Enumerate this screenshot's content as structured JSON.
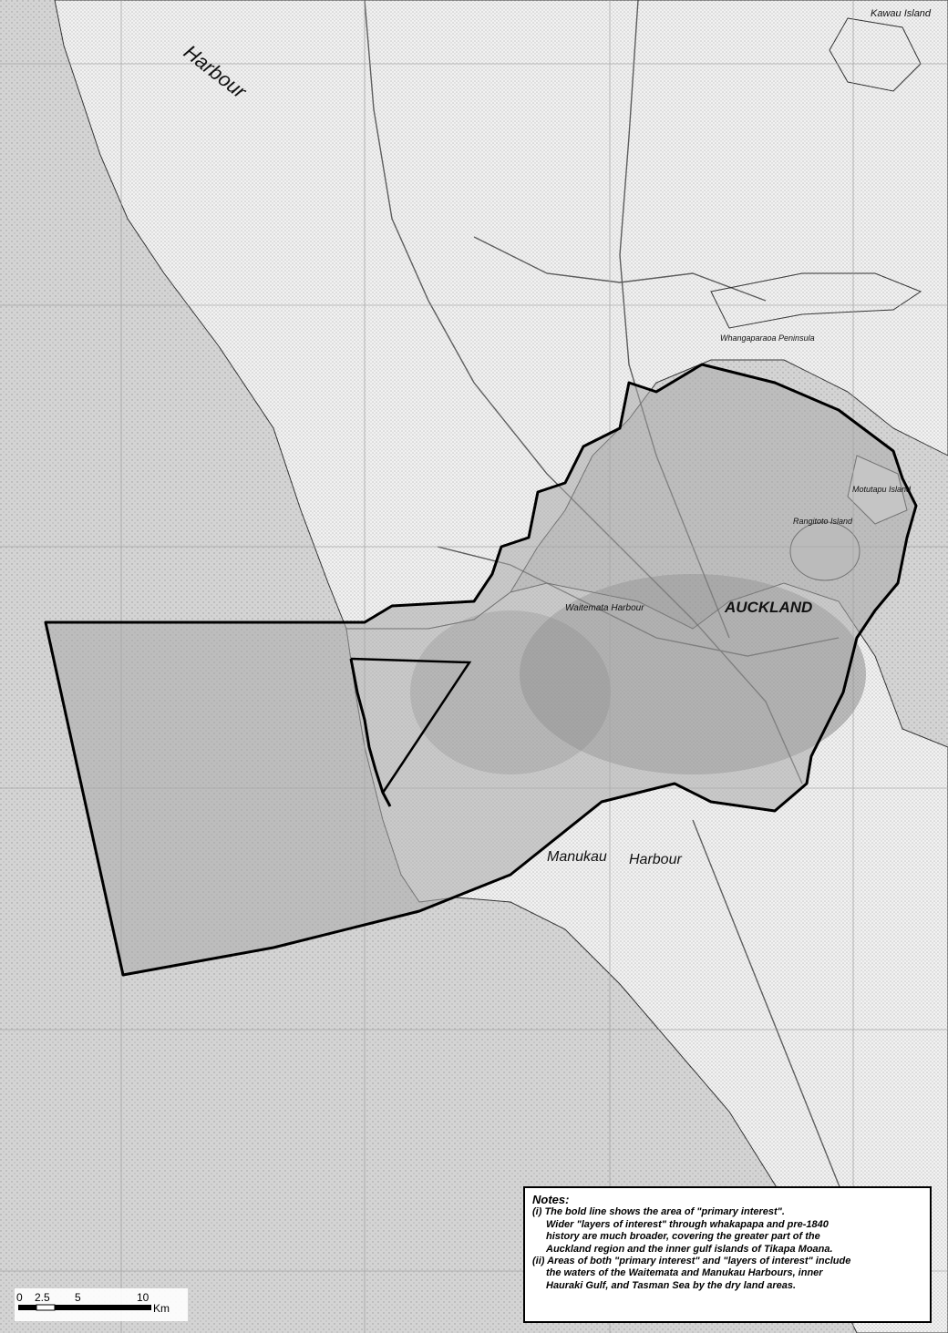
{
  "map": {
    "colors": {
      "sea": "#d4d4d4",
      "land": "#f2f2f2",
      "area": "#a9a9a9",
      "boundary": "#000000",
      "grid": "#9a9a9a"
    },
    "labels": {
      "harbour_north": "Harbour",
      "kawau": "Kawau Island",
      "motutapu": "Motutapu Island",
      "rangitoto": "Rangitoto Island",
      "waitemata": "Waitemata Harbour",
      "auckland": "AUCKLAND",
      "manukau": "Manukau",
      "harbour_south": "Harbour",
      "whangaparaoa": "Whangaparaoa Peninsula"
    }
  },
  "notes": {
    "title": "Notes:",
    "lines": [
      "(i) The bold line shows the area of \"primary interest\".",
      "Wider \"layers of interest\" through whakapapa and pre-1840",
      "history are much broader, covering the greater part of the",
      "Auckland region and the inner gulf islands of Tikapa Moana.",
      "(ii) Areas of both \"primary interest\" and \"layers of interest\" include",
      "the waters of the Waitemata and Manukau Harbours, inner",
      "Hauraki Gulf, and Tasman Sea by the dry land areas."
    ]
  },
  "scale": {
    "ticks": [
      "0",
      "2.5",
      "5",
      "10"
    ],
    "unit": "Km"
  }
}
